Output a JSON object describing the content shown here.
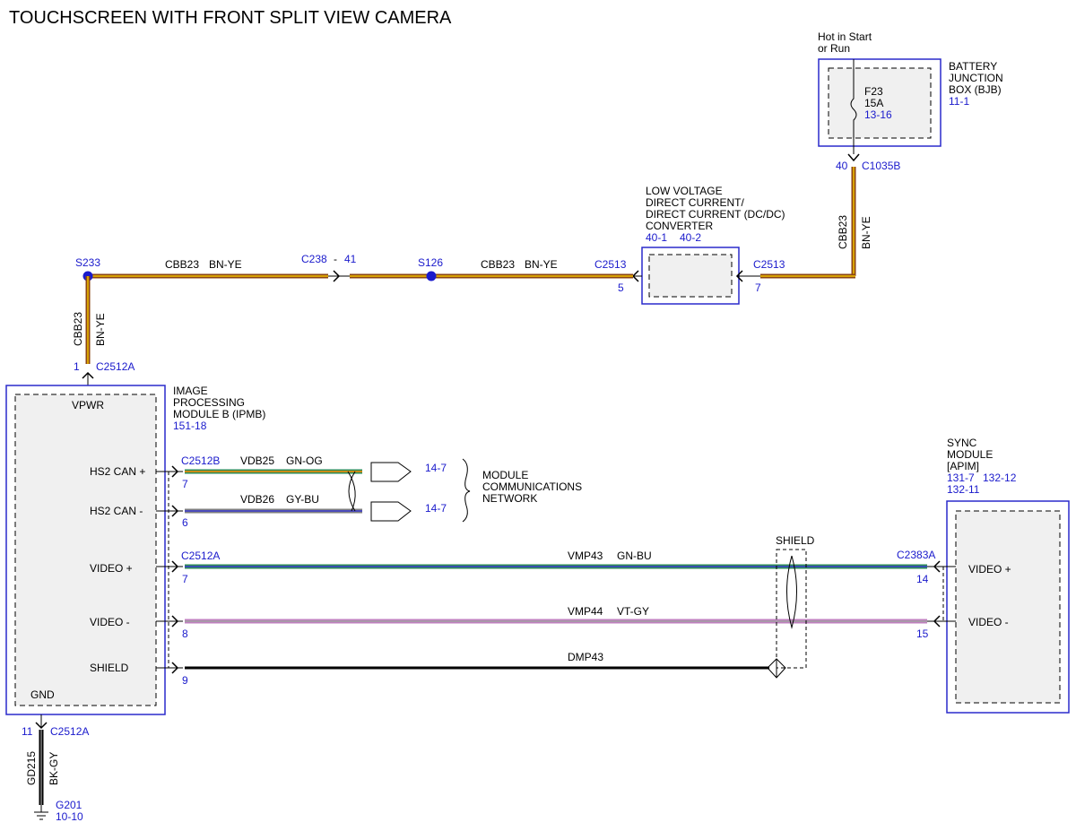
{
  "title": "TOUCHSCREEN WITH FRONT SPLIT VIEW CAMERA",
  "colors": {
    "brown": "#8B4513",
    "yellow": "#F2C200",
    "green": "#2E8B57",
    "orange": "#FF8C00",
    "gray": "#808080",
    "blue": "#3A3AD0",
    "violet": "#C080C0",
    "black": "#000000",
    "link_blue": "#1A1ACC"
  },
  "bjb": {
    "hot_label_1": "Hot in Start",
    "hot_label_2": "or Run",
    "name_1": "BATTERY",
    "name_2": "JUNCTION",
    "name_3": "BOX (BJB)",
    "ref": "11-1",
    "fuse": "F23",
    "fuse_rating": "15A",
    "fuse_ref": "13-16",
    "pin": "40",
    "connector": "C1035B"
  },
  "dcdc": {
    "name_1": "LOW VOLTAGE",
    "name_2": "DIRECT CURRENT/",
    "name_3": "DIRECT CURRENT (DC/DC)",
    "name_4": "CONVERTER",
    "ref_1": "40-1",
    "ref_2": "40-2",
    "in_connector": "C2513",
    "in_pin": "7",
    "out_connector": "C2513",
    "out_pin": "5"
  },
  "wires": {
    "cbb23_circuit": "CBB23",
    "cbb23_color": "BN-YE",
    "vdb25_circuit": "VDB25",
    "vdb25_color": "GN-OG",
    "vdb26_circuit": "VDB26",
    "vdb26_color": "GY-BU",
    "vmp43_circuit": "VMP43",
    "vmp43_color": "GN-BU",
    "vmp44_circuit": "VMP44",
    "vmp44_color": "VT-GY",
    "dmp43_circuit": "DMP43",
    "gd215_circuit": "GD215",
    "gd215_color": "BK-GY"
  },
  "splices": {
    "s233": "S233",
    "s126": "S126"
  },
  "inline_connector": {
    "name": "C238",
    "sep": "-",
    "pin": "41"
  },
  "ipmb": {
    "name_1": "IMAGE",
    "name_2": "PROCESSING",
    "name_3": "MODULE B (IPMB)",
    "ref": "151-18",
    "power_connector": "C2512A",
    "power_pin": "1",
    "vpwr": "VPWR",
    "gnd": "GND",
    "gnd_pin": "11",
    "gnd_connector": "C2512A",
    "pins": [
      {
        "label": "HS2 CAN +",
        "pin": "7"
      },
      {
        "label": "HS2 CAN -",
        "pin": "6"
      },
      {
        "label": "VIDEO +",
        "pin": "7"
      },
      {
        "label": "VIDEO -",
        "pin": "8"
      },
      {
        "label": "SHIELD",
        "pin": "9"
      }
    ],
    "can_connector": "C2512B",
    "video_connector": "C2512A"
  },
  "network": {
    "ref_1": "14-7",
    "ref_2": "14-7",
    "label_1": "MODULE",
    "label_2": "COMMUNICATIONS",
    "label_3": "NETWORK"
  },
  "shield_label": "SHIELD",
  "sync": {
    "name_1": "SYNC",
    "name_2": "MODULE",
    "name_3": "[APIM]",
    "ref_1": "131-7",
    "ref_2": "132-12",
    "ref_3": "132-11",
    "connector": "C2383A",
    "video_plus": "VIDEO +",
    "video_minus": "VIDEO -",
    "pin_plus": "14",
    "pin_minus": "15"
  },
  "ground": {
    "name": "G201",
    "ref": "10-10"
  }
}
